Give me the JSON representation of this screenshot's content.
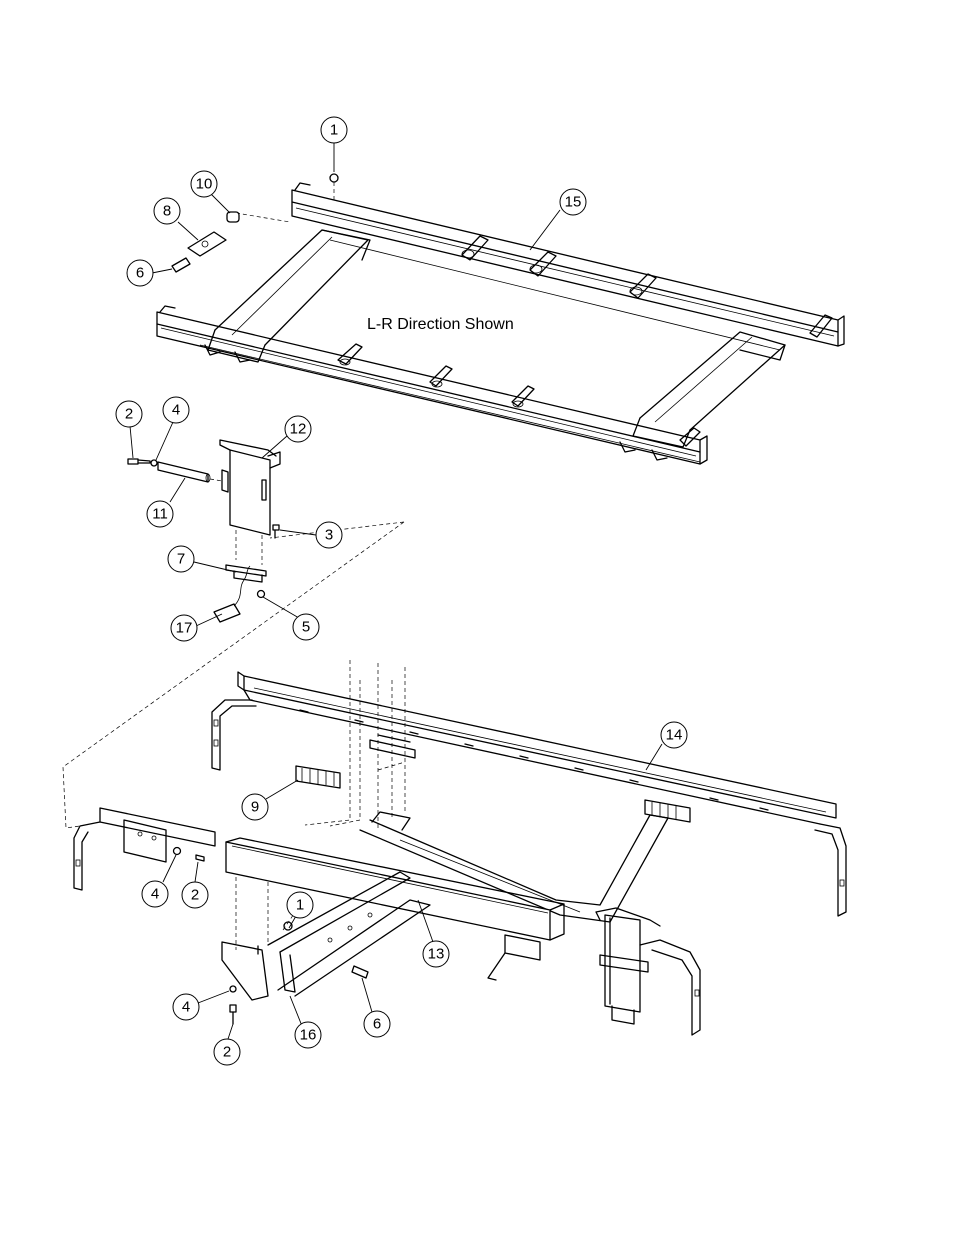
{
  "diagram": {
    "note": "L-R Direction Shown",
    "callouts": [
      {
        "id": "c1a",
        "label": "1"
      },
      {
        "id": "c10",
        "label": "10"
      },
      {
        "id": "c8",
        "label": "8"
      },
      {
        "id": "c6a",
        "label": "6"
      },
      {
        "id": "c15",
        "label": "15"
      },
      {
        "id": "c2a",
        "label": "2"
      },
      {
        "id": "c4a",
        "label": "4"
      },
      {
        "id": "c12",
        "label": "12"
      },
      {
        "id": "c11",
        "label": "11"
      },
      {
        "id": "c3",
        "label": "3"
      },
      {
        "id": "c7",
        "label": "7"
      },
      {
        "id": "c17",
        "label": "17"
      },
      {
        "id": "c5",
        "label": "5"
      },
      {
        "id": "c14",
        "label": "14"
      },
      {
        "id": "c9",
        "label": "9"
      },
      {
        "id": "c4b",
        "label": "4"
      },
      {
        "id": "c2b",
        "label": "2"
      },
      {
        "id": "c1b",
        "label": "1"
      },
      {
        "id": "c13",
        "label": "13"
      },
      {
        "id": "c4c",
        "label": "4"
      },
      {
        "id": "c16",
        "label": "16"
      },
      {
        "id": "c6b",
        "label": "6"
      },
      {
        "id": "c2c",
        "label": "2"
      }
    ]
  }
}
